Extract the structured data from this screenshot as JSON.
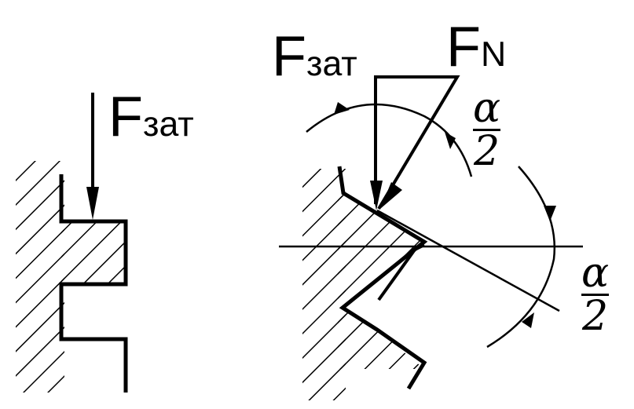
{
  "labels": {
    "left_force_main": "F",
    "left_force_sub": "зат",
    "right_force_main": "F",
    "right_force_sub": "зат",
    "normal_force_main": "F",
    "normal_force_sub": "N"
  },
  "angles": {
    "upper": {
      "numerator": "α",
      "denominator": "2"
    },
    "lower": {
      "numerator": "α",
      "denominator": "2"
    }
  },
  "colors": {
    "ink": "#000000",
    "paper": "#ffffff"
  }
}
